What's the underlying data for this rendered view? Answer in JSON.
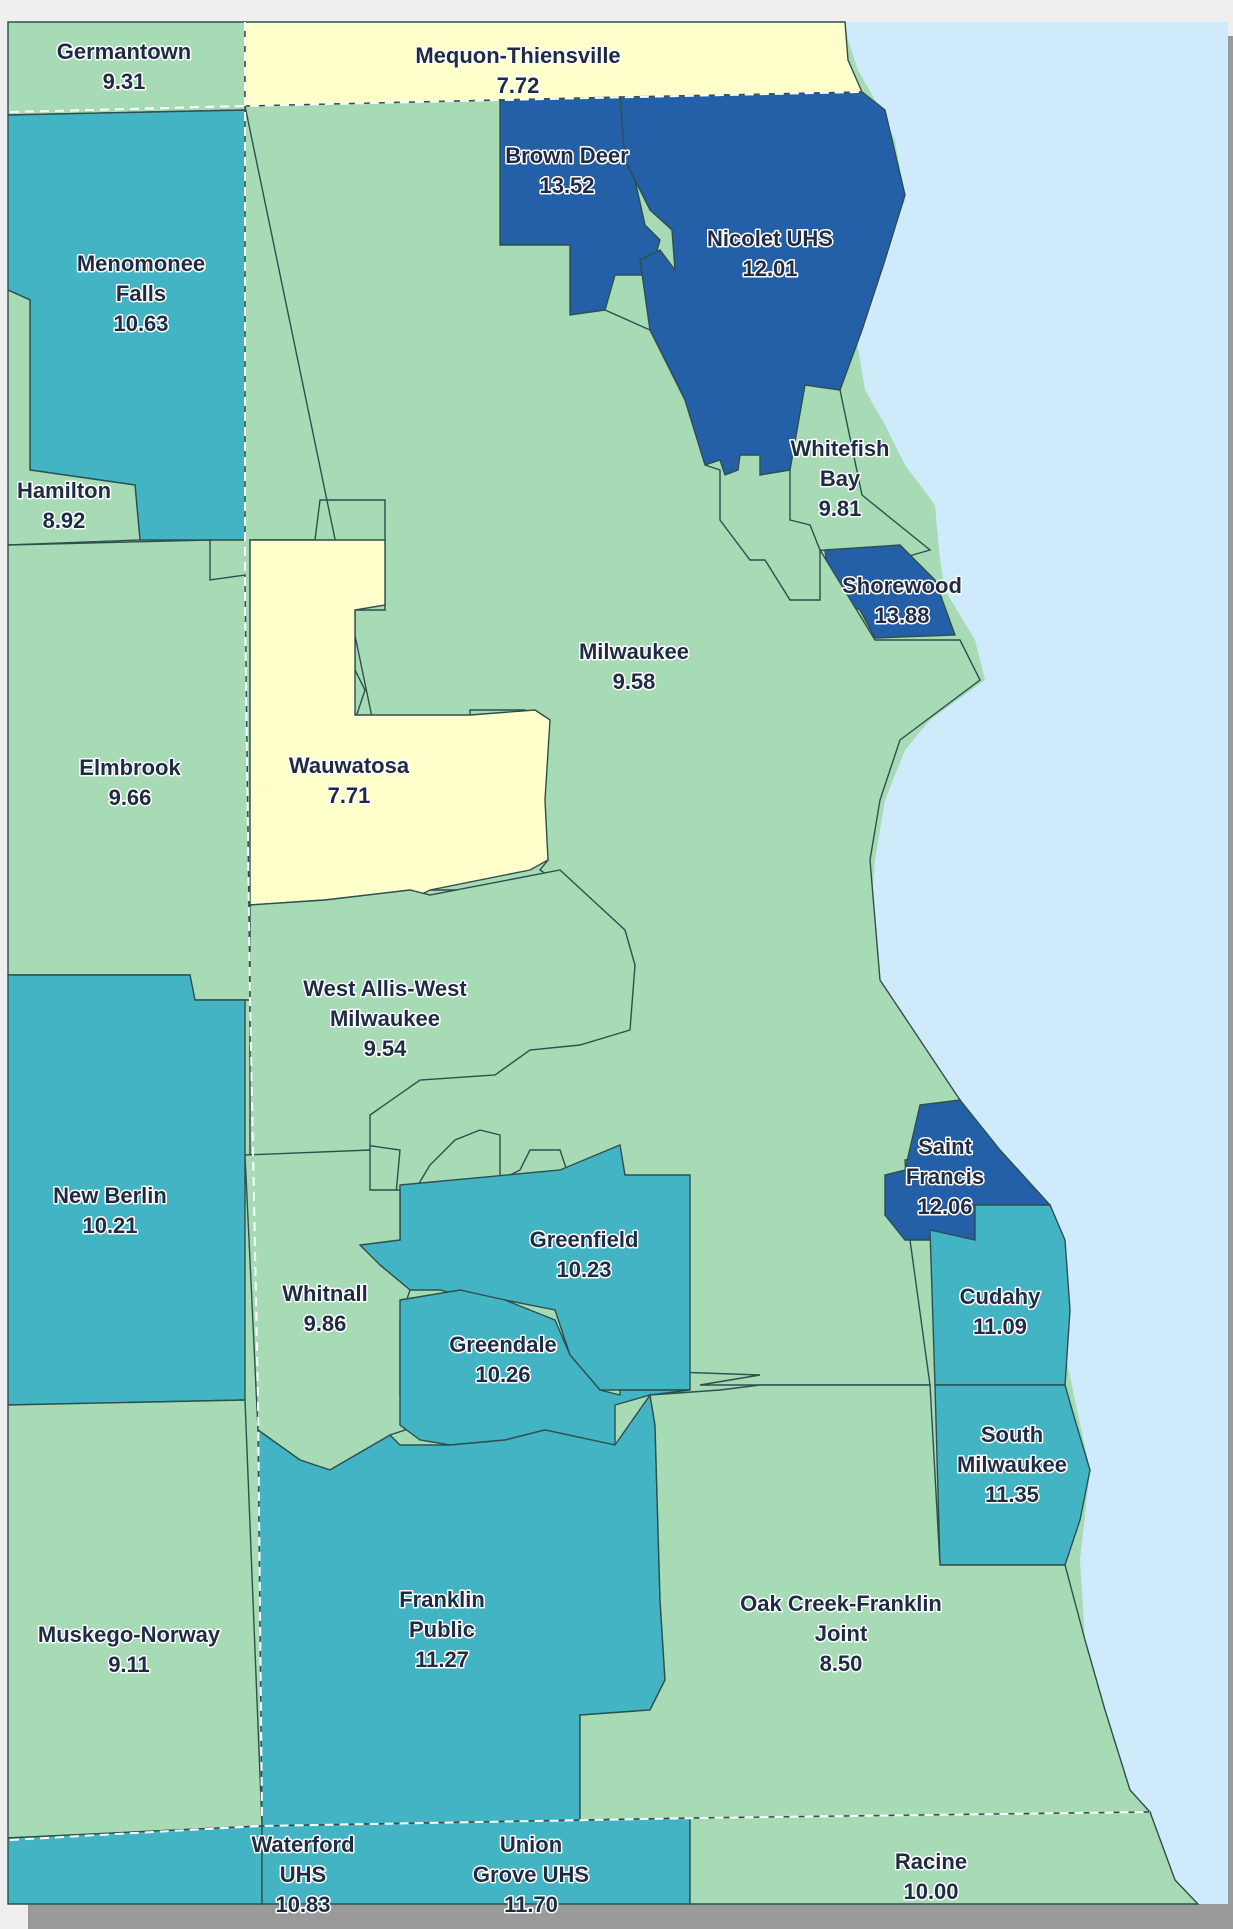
{
  "colors": {
    "water": "#cfeafb",
    "low": "#ffffcc",
    "mid_low": "#a6dbb5",
    "mid_high": "#42b4c4",
    "high": "#2360a8",
    "boundary": "#2f4f4f",
    "county_line": "#ffffff"
  },
  "districts": [
    {
      "id": "germantown",
      "lines": [
        "Germantown"
      ],
      "value": "9.31",
      "tier": "mid_low"
    },
    {
      "id": "mequon-thiensville",
      "lines": [
        "Mequon-Thiensville"
      ],
      "value": "7.72",
      "tier": "low"
    },
    {
      "id": "brown-deer",
      "lines": [
        "Brown Deer"
      ],
      "value": "13.52",
      "tier": "high"
    },
    {
      "id": "nicolet-uhs",
      "lines": [
        "Nicolet UHS"
      ],
      "value": "12.01",
      "tier": "high"
    },
    {
      "id": "menomonee-falls",
      "lines": [
        "Menomonee",
        "Falls"
      ],
      "value": "10.63",
      "tier": "mid_high"
    },
    {
      "id": "hamilton",
      "lines": [
        "Hamilton"
      ],
      "value": "8.92",
      "tier": "mid_low"
    },
    {
      "id": "whitefish-bay",
      "lines": [
        "Whitefish",
        "Bay"
      ],
      "value": "9.81",
      "tier": "mid_low"
    },
    {
      "id": "shorewood",
      "lines": [
        "Shorewood"
      ],
      "value": "13.88",
      "tier": "high"
    },
    {
      "id": "milwaukee",
      "lines": [
        "Milwaukee"
      ],
      "value": "9.58",
      "tier": "mid_low"
    },
    {
      "id": "elmbrook",
      "lines": [
        "Elmbrook"
      ],
      "value": "9.66",
      "tier": "mid_low"
    },
    {
      "id": "wauwatosa",
      "lines": [
        "Wauwatosa"
      ],
      "value": "7.71",
      "tier": "low"
    },
    {
      "id": "west-allis-west-milwaukee",
      "lines": [
        "West Allis-West",
        "Milwaukee"
      ],
      "value": "9.54",
      "tier": "mid_low"
    },
    {
      "id": "new-berlin",
      "lines": [
        "New Berlin"
      ],
      "value": "10.21",
      "tier": "mid_high"
    },
    {
      "id": "saint-francis",
      "lines": [
        "Saint",
        "Francis"
      ],
      "value": "12.06",
      "tier": "high"
    },
    {
      "id": "greenfield",
      "lines": [
        "Greenfield"
      ],
      "value": "10.23",
      "tier": "mid_high"
    },
    {
      "id": "whitnall",
      "lines": [
        "Whitnall"
      ],
      "value": "9.86",
      "tier": "mid_low"
    },
    {
      "id": "cudahy",
      "lines": [
        "Cudahy"
      ],
      "value": "11.09",
      "tier": "mid_high"
    },
    {
      "id": "greendale",
      "lines": [
        "Greendale"
      ],
      "value": "10.26",
      "tier": "mid_high"
    },
    {
      "id": "south-milwaukee",
      "lines": [
        "South",
        "Milwaukee"
      ],
      "value": "11.35",
      "tier": "mid_high"
    },
    {
      "id": "franklin-public",
      "lines": [
        "Franklin",
        "Public"
      ],
      "value": "11.27",
      "tier": "mid_high"
    },
    {
      "id": "muskego-norway",
      "lines": [
        "Muskego-Norway"
      ],
      "value": "9.11",
      "tier": "mid_low"
    },
    {
      "id": "oak-creek-franklin-joint",
      "lines": [
        "Oak Creek-Franklin",
        "Joint"
      ],
      "value": "8.50",
      "tier": "mid_low"
    },
    {
      "id": "waterford-uhs",
      "lines": [
        "Waterford",
        "UHS"
      ],
      "value": "10.83",
      "tier": "mid_high"
    },
    {
      "id": "union-grove-uhs",
      "lines": [
        "Union",
        "Grove UHS"
      ],
      "value": "11.70",
      "tier": "mid_high"
    },
    {
      "id": "racine",
      "lines": [
        "Racine"
      ],
      "value": "10.00",
      "tier": "mid_low"
    }
  ]
}
